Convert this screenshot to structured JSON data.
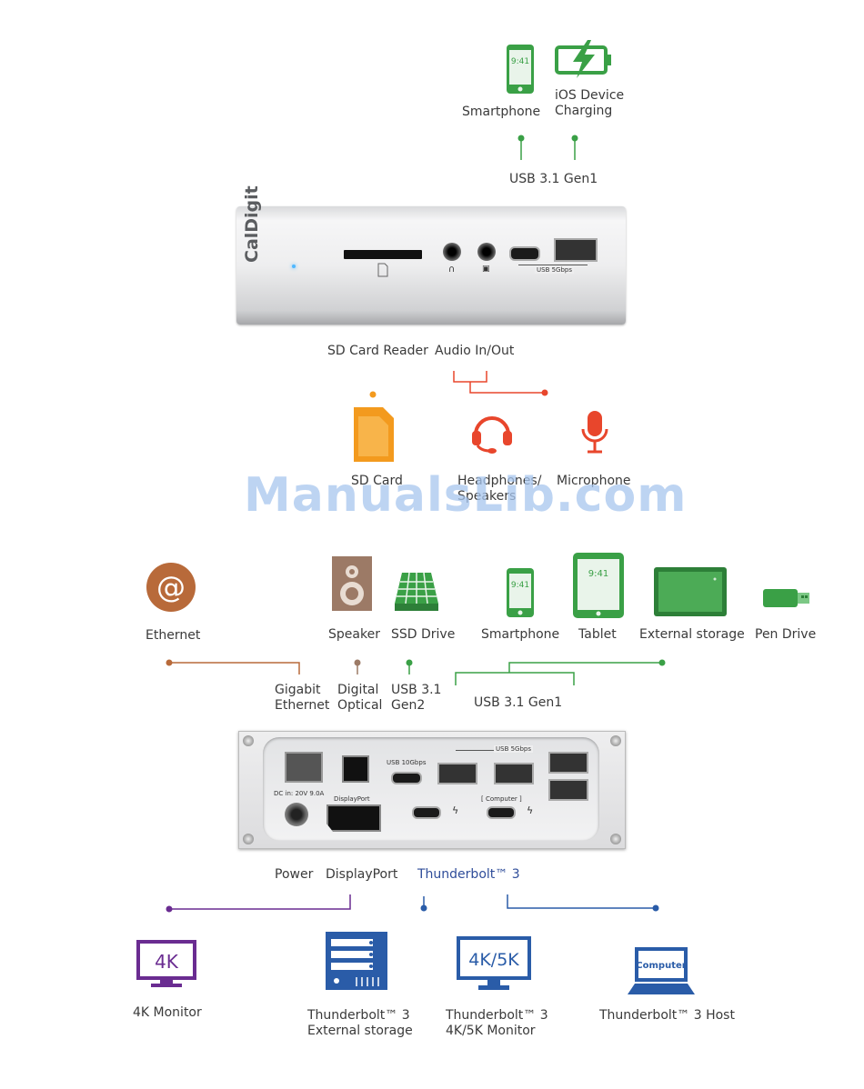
{
  "front": {
    "top_devices": {
      "smartphone": "Smartphone",
      "ios_charging": "iOS Device\nCharging",
      "phone_time": "9:41",
      "usb_label": "USB 3.1 Gen1"
    },
    "panel": {
      "brand": "CalDigit",
      "usb_speed": "USB 5Gbps"
    },
    "port_labels": {
      "sd_reader": "SD Card Reader",
      "audio": "Audio In/Out"
    },
    "bottom_devices": {
      "sd_card": "SD Card",
      "headphones": "Headphones/\nSpeakers",
      "microphone": "Microphone"
    }
  },
  "watermark": "ManualsLib.com",
  "rear": {
    "devices": {
      "ethernet": "Ethernet",
      "speaker": "Speaker",
      "ssd": "SSD Drive",
      "smartphone": "Smartphone",
      "tablet": "Tablet",
      "external_storage": "External storage",
      "pen_drive": "Pen Drive",
      "phone_time": "9:41",
      "tablet_time": "9:41"
    },
    "port_labels": {
      "gigabit": "Gigabit\nEthernet",
      "optical": "Digital\nOptical",
      "usb_gen2": "USB 3.1\nGen2",
      "usb_gen1": "USB 3.1 Gen1"
    },
    "panel": {
      "usb10": "USB 10Gbps",
      "usb5": "USB 5Gbps",
      "dc_in": "DC in: 20V 9.0A",
      "displayport": "DisplayPort",
      "computer": "[ Computer ]"
    },
    "bottom_labels": {
      "power": "Power",
      "displayport": "DisplayPort",
      "thunderbolt": "Thunderbolt™ 3"
    },
    "outputs": {
      "monitor_4k_icon": "4K",
      "monitor_4k": "4K Monitor",
      "tb_storage": "Thunderbolt™ 3\nExternal storage",
      "tb_monitor_icon": "4K/5K",
      "tb_monitor": "Thunderbolt™ 3\n4K/5K Monitor",
      "tb_host_icon": "Computer",
      "tb_host": "Thunderbolt™ 3 Host"
    }
  },
  "colors": {
    "green": "#3aa046",
    "orange": "#f39a1e",
    "red": "#e8462c",
    "brown": "#b86a3a",
    "purple": "#6a2c91",
    "blue": "#2a5ca8",
    "text": "#3a3a3a"
  }
}
